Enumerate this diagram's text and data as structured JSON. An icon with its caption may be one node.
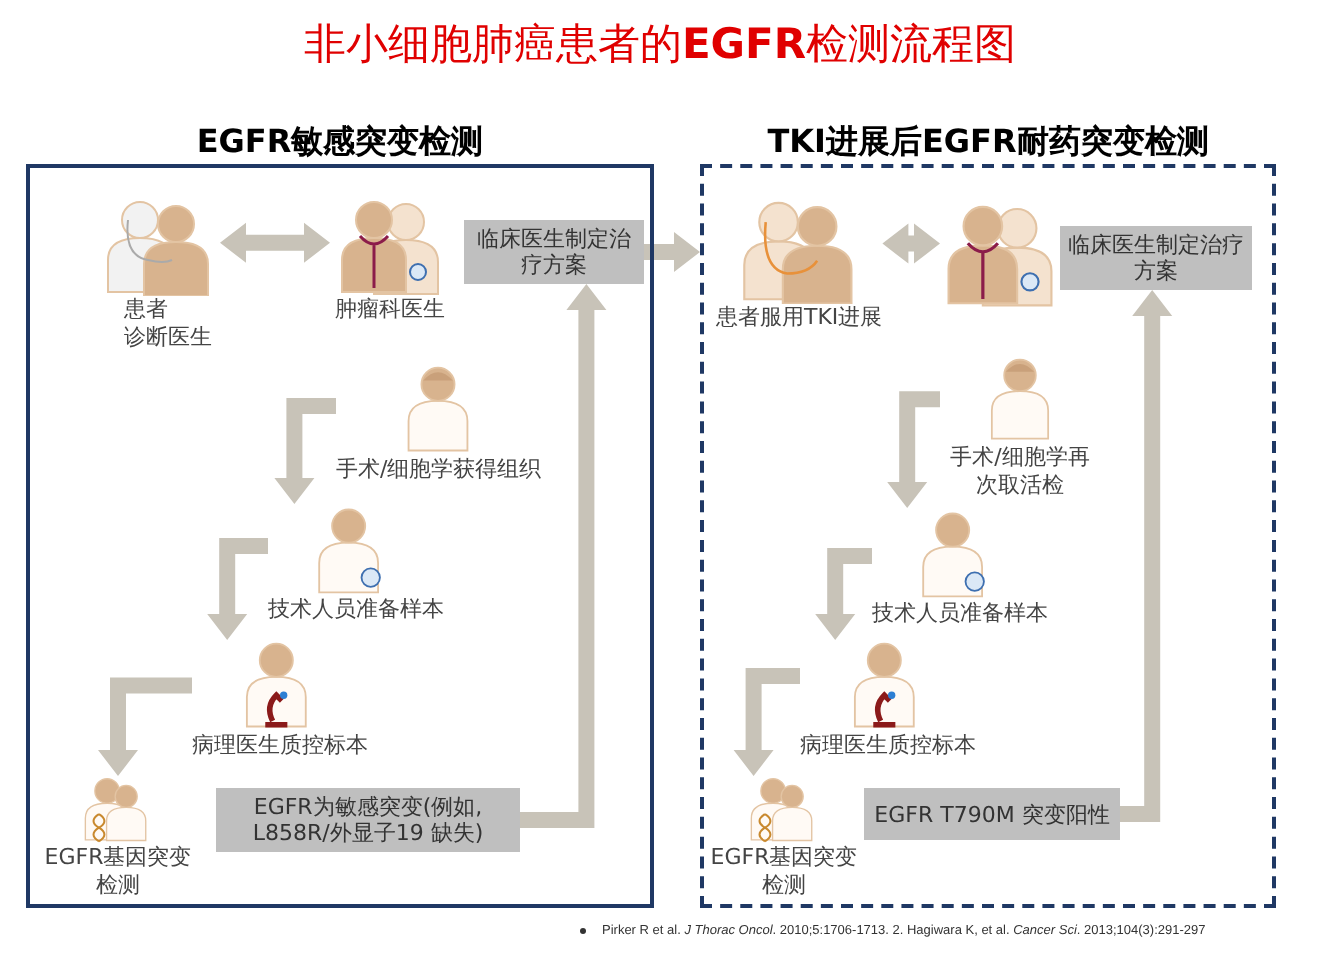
{
  "diagram": {
    "title": "非小细胞肺癌患者的**EGFR**检测流程图",
    "nodes": [
      {
        "text": [
          "EGFR敏感突变检测"
        ]
      },
      {
        "text": [
          "患者",
          "诊断医生"
        ],
        "in": 0
      },
      {
        "text": [
          "肿瘤科医生"
        ],
        "in": 0
      },
      {
        "text": [
          "临床医生制定治疗方案"
        ],
        "in": 0
      },
      {
        "text": [
          "手术/细胞学获得组织"
        ],
        "in": 0
      },
      {
        "text": [
          "技术人员准备样本"
        ],
        "in": 0
      },
      {
        "text": [
          "病理医生质控标本"
        ],
        "in": 0
      },
      {
        "text": [
          "EGFR基因突变检测"
        ],
        "in": 0
      },
      {
        "text": [
          "EGFR为敏感突变(例如, L858R/外显子19 缺失)"
        ],
        "in": 0
      },
      {
        "text": [
          "TKI进展后EGFR耐药突变检测"
        ]
      },
      {
        "text": [
          "患者服用TKI进展"
        ],
        "in": 9
      },
      {
        "text": [],
        "shape": "person",
        "in": 9
      },
      {
        "text": [
          "临床医生制定治疗方案"
        ],
        "in": 9
      },
      {
        "text": [
          "手术/细胞学再次取活检"
        ],
        "in": 9
      },
      {
        "text": [
          "技术人员准备样本"
        ],
        "in": 9
      },
      {
        "text": [
          "病理医生质控标本"
        ],
        "in": 9
      },
      {
        "text": [
          "EGFR基因突变检测"
        ],
        "in": 9
      },
      {
        "text": [
          "EGFR T790M 突变阳性"
        ],
        "in": 9
      }
    ],
    "edges": [
      {
        "from": 1,
        "to": 2,
        "arrow": "both"
      },
      {
        "from": 3,
        "to": 9,
        "arrow": "to"
      },
      {
        "from": 4,
        "to": 5,
        "arrow": "to"
      },
      {
        "from": 5,
        "to": 6,
        "arrow": "to"
      },
      {
        "from": 6,
        "to": 7,
        "arrow": "to"
      },
      {
        "from": 8,
        "to": 3,
        "arrow": "to"
      },
      {
        "from": 10,
        "to": 11,
        "arrow": "both"
      },
      {
        "from": 13,
        "to": 14,
        "arrow": "to"
      },
      {
        "from": 14,
        "to": 15,
        "arrow": "to"
      },
      {
        "from": 15,
        "to": 16,
        "arrow": "to"
      },
      {
        "from": 17,
        "to": 12,
        "arrow": "to"
      }
    ],
    "labels": [
      "Pirker R et al. *J Thorac Oncol*. 2010;5:1706-1713. 2. Hagiwara K, et al. *Cancer Sci*. 2013;104(3):291-297"
    ]
  }
}
